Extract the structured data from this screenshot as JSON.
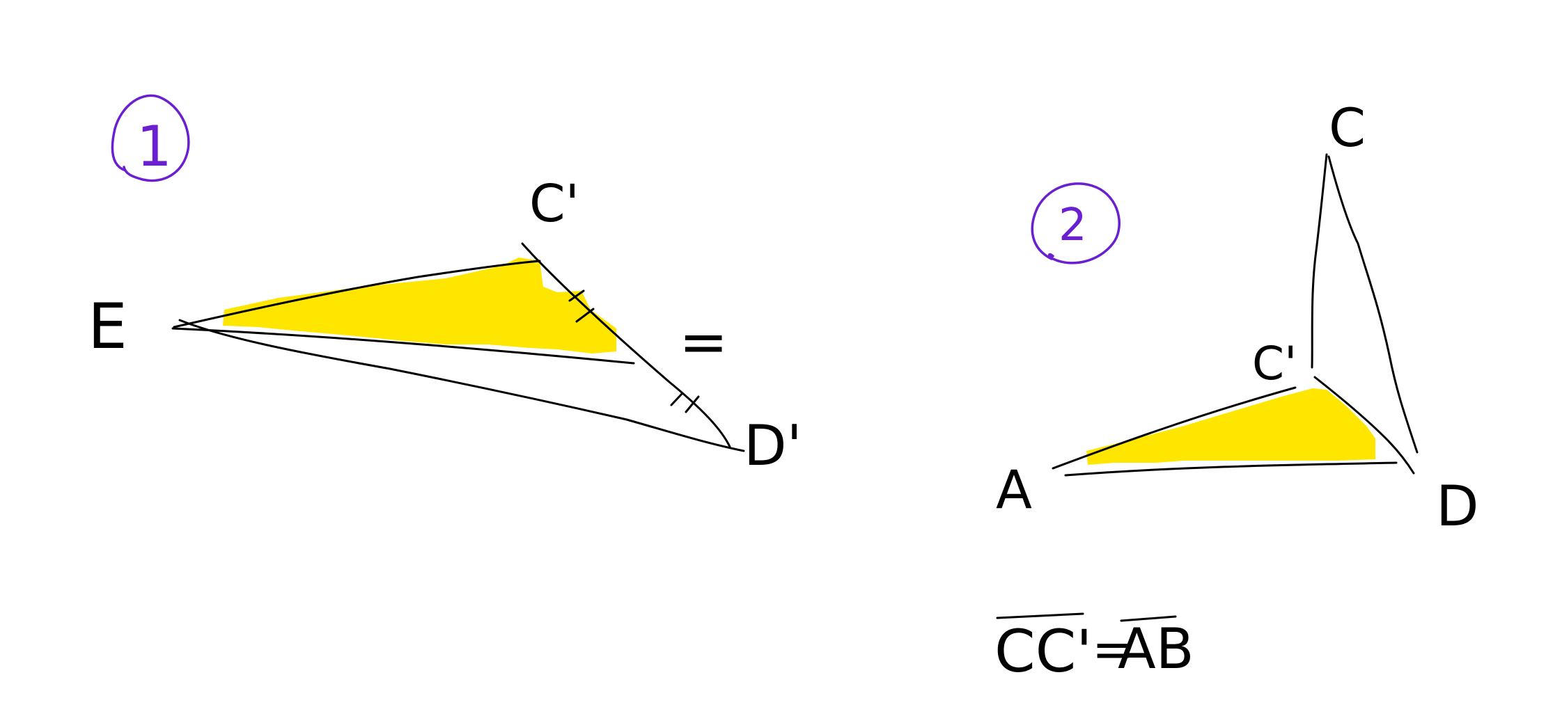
{
  "colors": {
    "ink": "#000000",
    "marker_purple": "#6a1fd0",
    "highlight_yellow": "#ffe600",
    "background": "#ffffff"
  },
  "figure1": {
    "number": "1",
    "labels": {
      "e": "E",
      "c_prime": "C'",
      "equals": "=",
      "d_prime": "D'"
    }
  },
  "figure2": {
    "number": "2",
    "labels": {
      "c": "C",
      "c_prime": "C'",
      "a": "A",
      "d": "D"
    },
    "equation": {
      "left": "CC'",
      "equals": "=",
      "right": "AB"
    }
  }
}
